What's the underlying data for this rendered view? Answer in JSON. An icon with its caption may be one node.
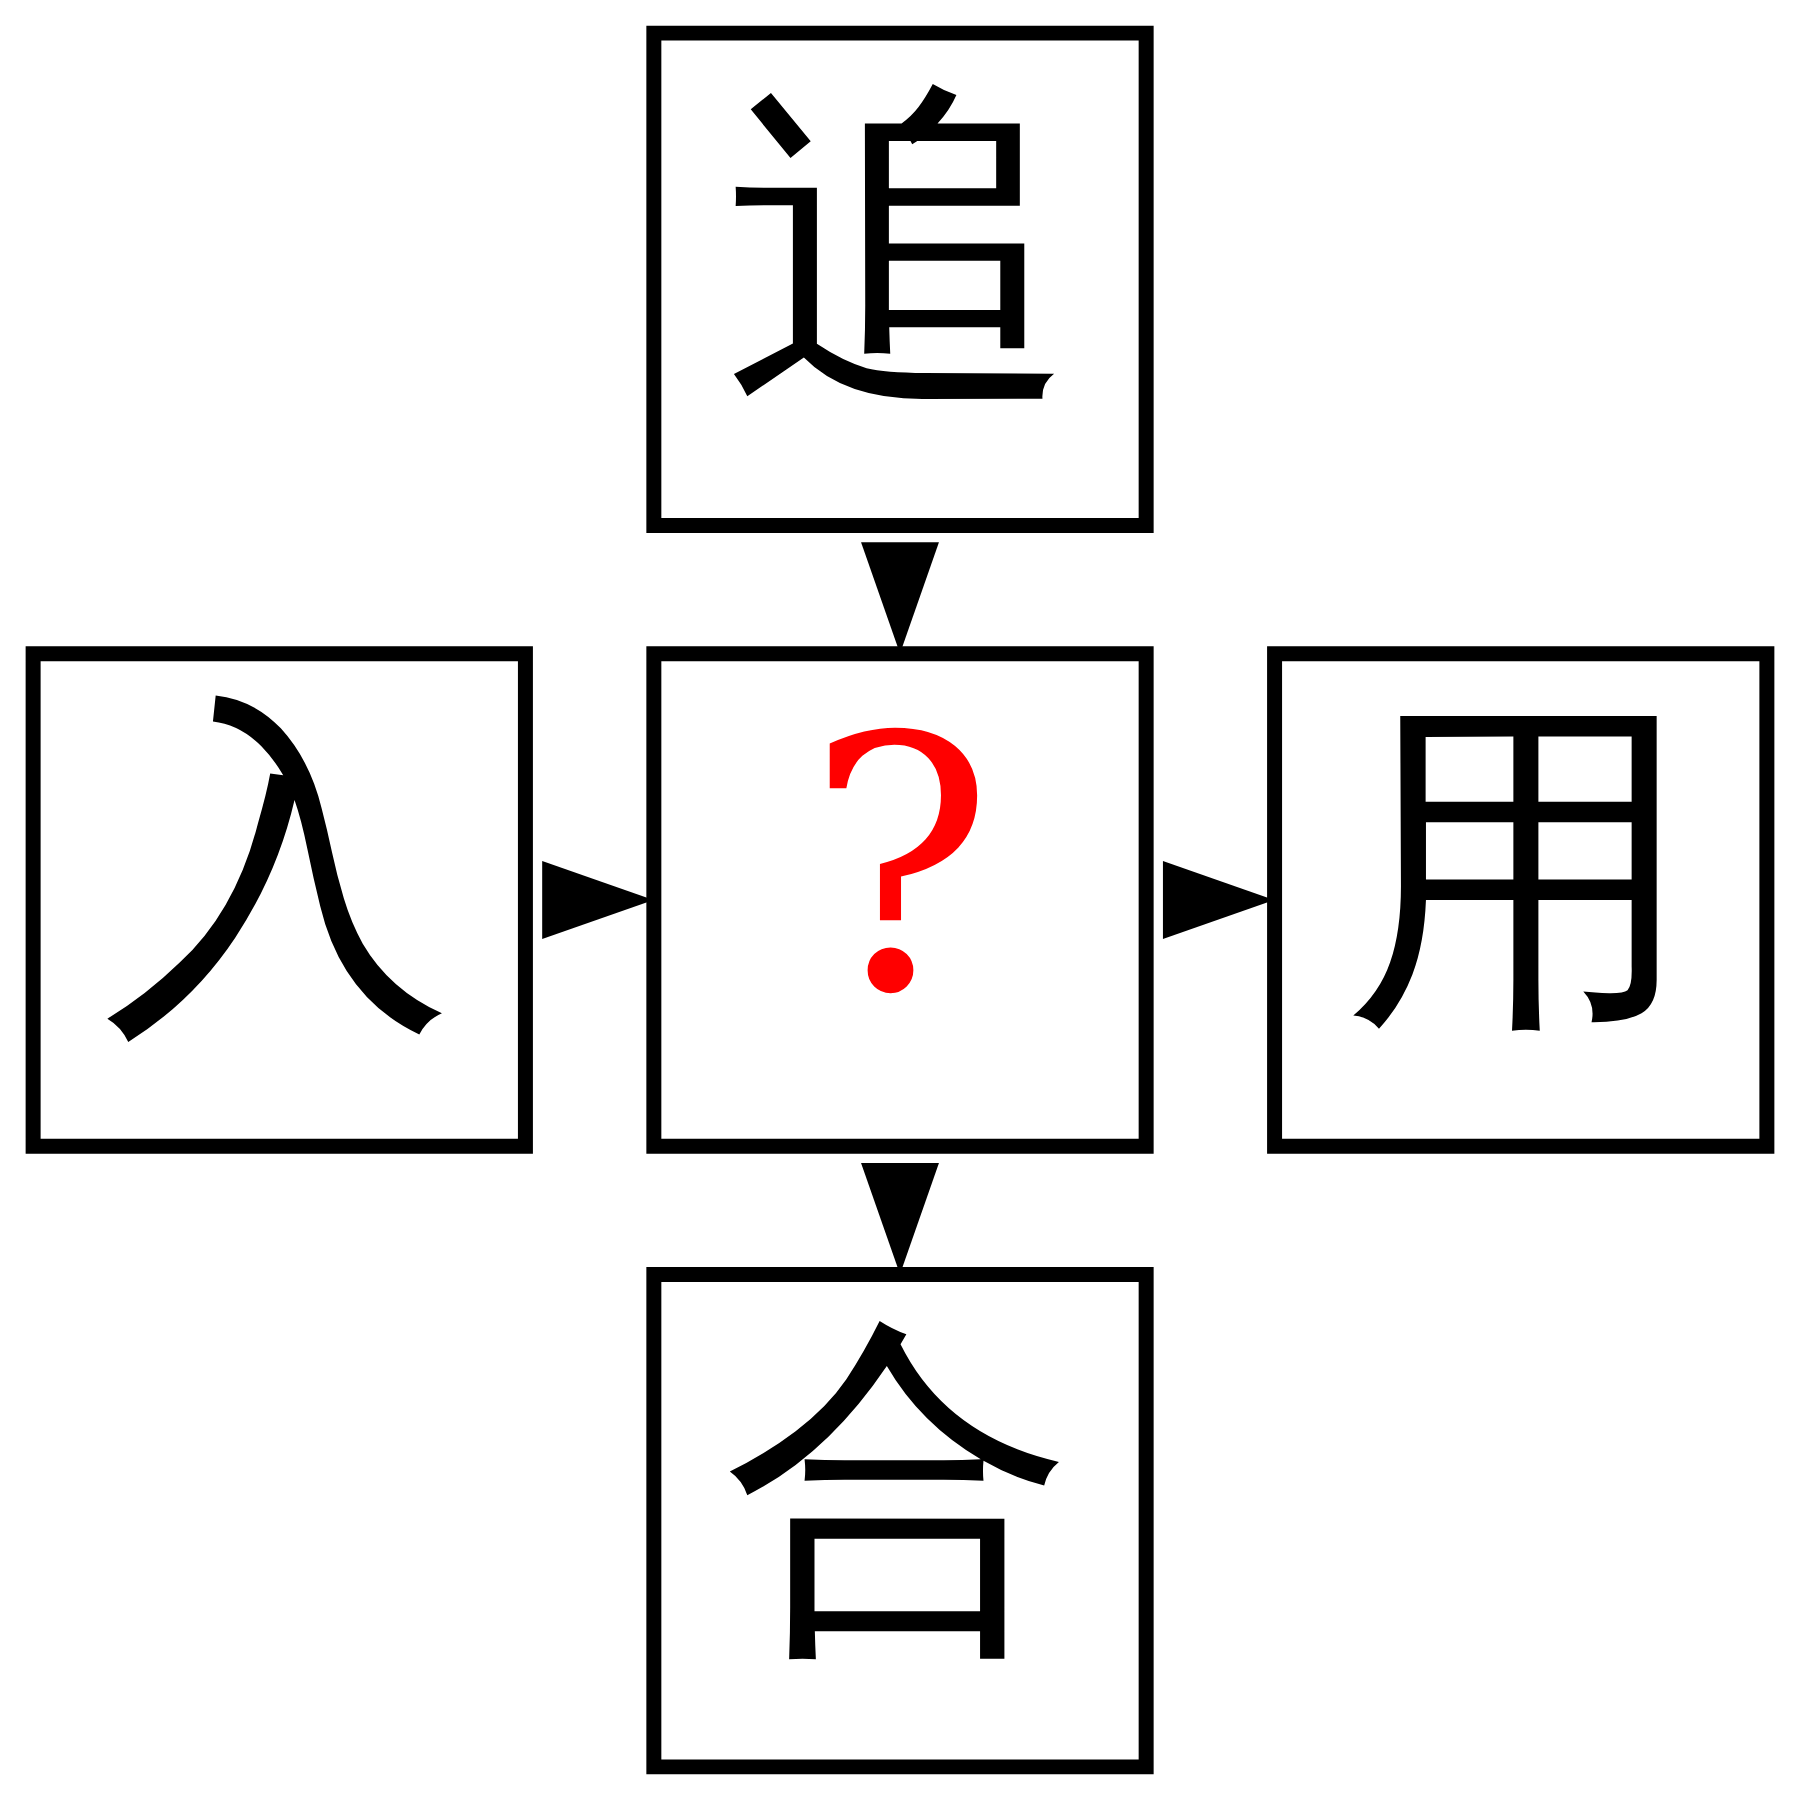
{
  "diagram": {
    "nodes": [
      {
        "text": [
          "追"
        ]
      },
      {
        "text": [
          "入"
        ]
      },
      {
        "text": [
          "?"
        ]
      },
      {
        "text": [
          "用"
        ]
      },
      {
        "text": [
          "合"
        ]
      }
    ],
    "edges": [
      {
        "from": 0,
        "to": 2,
        "arrow": "to"
      },
      {
        "from": 1,
        "to": 2,
        "arrow": "to"
      },
      {
        "from": 2,
        "to": 3,
        "arrow": "to"
      },
      {
        "from": 2,
        "to": 4,
        "arrow": "to"
      }
    ]
  }
}
